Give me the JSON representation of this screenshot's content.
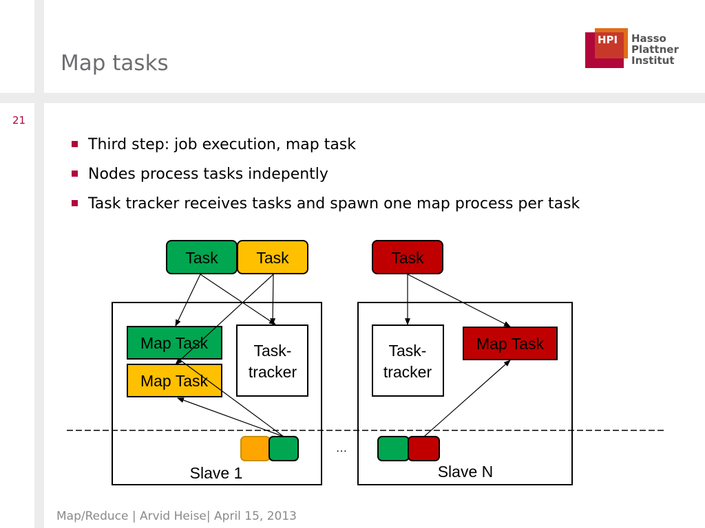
{
  "slide": {
    "title": "Map tasks",
    "number": "21",
    "footer": "Map/Reduce | Arvid Heise| April 15, 2013"
  },
  "logo": {
    "badge": "HPI",
    "lines": [
      "Hasso",
      "Plattner",
      "Institut"
    ]
  },
  "bullets": [
    "Third step: job execution, map task",
    "Nodes process tasks indepently",
    "Task tracker receives tasks and spawn one map process per task"
  ],
  "diagram": {
    "tasks": [
      "Task",
      "Task",
      "Task"
    ],
    "slave1": {
      "map_task_1": "Map Task",
      "map_task_2": "Map Task",
      "tracker_line1": "Task-",
      "tracker_line2": "tracker",
      "label": "Slave 1"
    },
    "slaveN": {
      "tracker_line1": "Task-",
      "tracker_line2": "tracker",
      "map_task": "Map Task",
      "label": "Slave N"
    },
    "ellipsis": "…",
    "colors": {
      "green": "#00a650",
      "yellow": "#ffc000",
      "red": "#c00000",
      "orange": "#ffa500",
      "accent": "#b1063a"
    }
  }
}
